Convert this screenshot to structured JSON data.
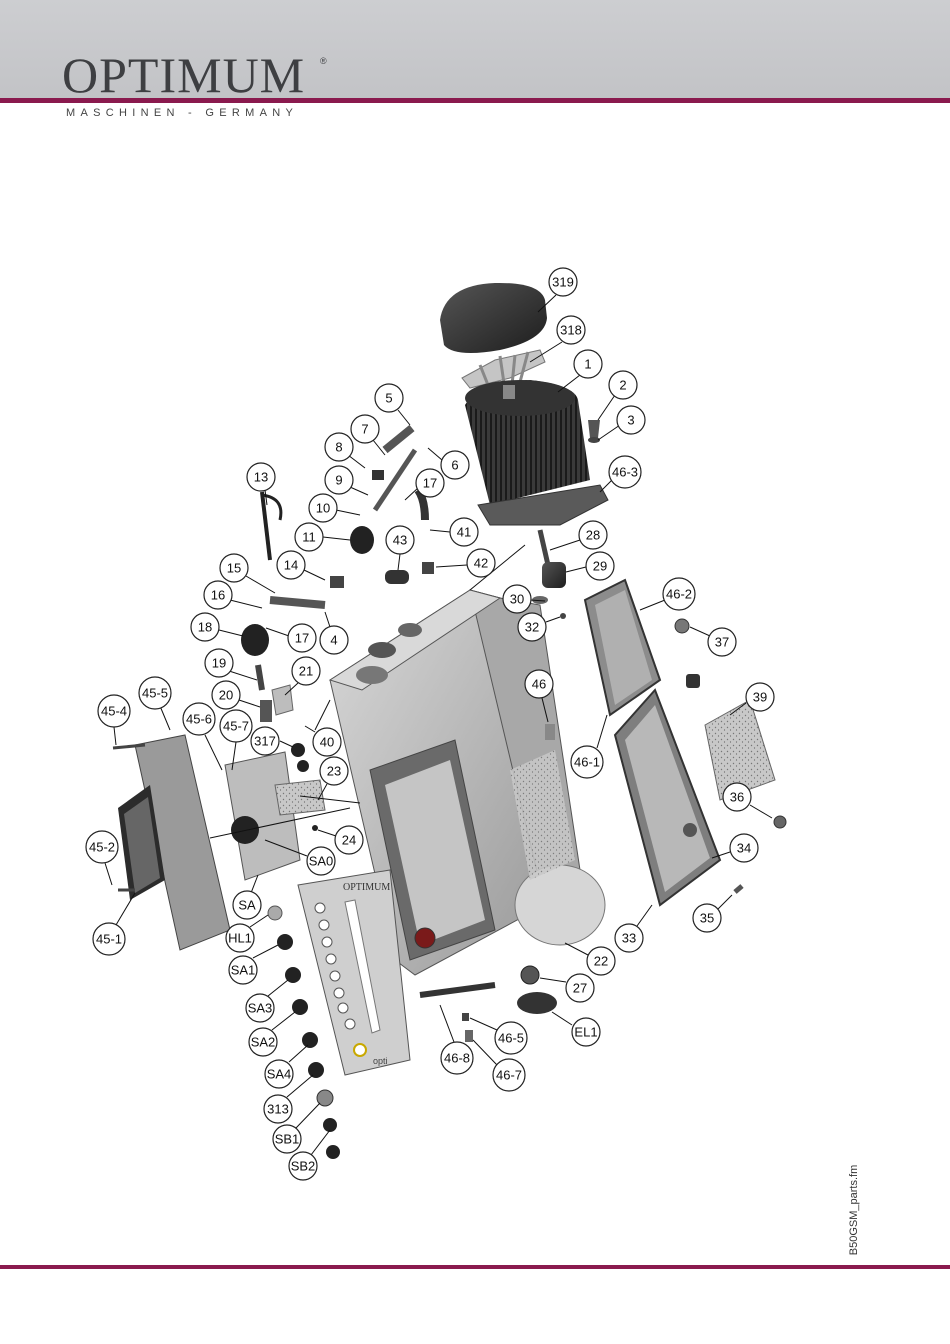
{
  "header": {
    "brand": "OPTIMUM",
    "registered_mark": "®",
    "tagline": "MASCHINEN - GERMANY",
    "accent_color": "#8a1a4e"
  },
  "footer": {
    "file_name": "B50GSM_parts.fm"
  },
  "callouts": [
    {
      "id": "319",
      "label": "319"
    },
    {
      "id": "318",
      "label": "318"
    },
    {
      "id": "1",
      "label": "1"
    },
    {
      "id": "2",
      "label": "2"
    },
    {
      "id": "3",
      "label": "3"
    },
    {
      "id": "46-3",
      "label": "46-3"
    },
    {
      "id": "5",
      "label": "5"
    },
    {
      "id": "7",
      "label": "7"
    },
    {
      "id": "8",
      "label": "8"
    },
    {
      "id": "6",
      "label": "6"
    },
    {
      "id": "9",
      "label": "9"
    },
    {
      "id": "17a",
      "label": "17"
    },
    {
      "id": "13",
      "label": "13"
    },
    {
      "id": "10",
      "label": "10"
    },
    {
      "id": "41",
      "label": "41"
    },
    {
      "id": "11",
      "label": "11"
    },
    {
      "id": "43",
      "label": "43"
    },
    {
      "id": "28",
      "label": "28"
    },
    {
      "id": "42",
      "label": "42"
    },
    {
      "id": "29",
      "label": "29"
    },
    {
      "id": "15",
      "label": "15"
    },
    {
      "id": "14",
      "label": "14"
    },
    {
      "id": "16",
      "label": "16"
    },
    {
      "id": "30",
      "label": "30"
    },
    {
      "id": "46-2",
      "label": "46-2"
    },
    {
      "id": "18",
      "label": "18"
    },
    {
      "id": "17b",
      "label": "17"
    },
    {
      "id": "4",
      "label": "4"
    },
    {
      "id": "32",
      "label": "32"
    },
    {
      "id": "37",
      "label": "37"
    },
    {
      "id": "19",
      "label": "19"
    },
    {
      "id": "21",
      "label": "21"
    },
    {
      "id": "46",
      "label": "46"
    },
    {
      "id": "20",
      "label": "20"
    },
    {
      "id": "45-5",
      "label": "45-5"
    },
    {
      "id": "39",
      "label": "39"
    },
    {
      "id": "45-4",
      "label": "45-4"
    },
    {
      "id": "45-6",
      "label": "45-6"
    },
    {
      "id": "45-7",
      "label": "45-7"
    },
    {
      "id": "317",
      "label": "317"
    },
    {
      "id": "40",
      "label": "40"
    },
    {
      "id": "46-1",
      "label": "46-1"
    },
    {
      "id": "23",
      "label": "23"
    },
    {
      "id": "36",
      "label": "36"
    },
    {
      "id": "24",
      "label": "24"
    },
    {
      "id": "45-2",
      "label": "45-2"
    },
    {
      "id": "SA0",
      "label": "SA0"
    },
    {
      "id": "34",
      "label": "34"
    },
    {
      "id": "SA",
      "label": "SA"
    },
    {
      "id": "35",
      "label": "35"
    },
    {
      "id": "45-1",
      "label": "45-1"
    },
    {
      "id": "HL1",
      "label": "HL1"
    },
    {
      "id": "33",
      "label": "33"
    },
    {
      "id": "22",
      "label": "22"
    },
    {
      "id": "SA1",
      "label": "SA1"
    },
    {
      "id": "27",
      "label": "27"
    },
    {
      "id": "SA3",
      "label": "SA3"
    },
    {
      "id": "EL1",
      "label": "EL1"
    },
    {
      "id": "46-5",
      "label": "46-5"
    },
    {
      "id": "SA2",
      "label": "SA2"
    },
    {
      "id": "46-8",
      "label": "46-8"
    },
    {
      "id": "46-7",
      "label": "46-7"
    },
    {
      "id": "SA4",
      "label": "SA4"
    },
    {
      "id": "313",
      "label": "313"
    },
    {
      "id": "SB1",
      "label": "SB1"
    },
    {
      "id": "SB2",
      "label": "SB2"
    }
  ],
  "panel_brand": "OPTIMUM",
  "panel_footer_text": "opti"
}
